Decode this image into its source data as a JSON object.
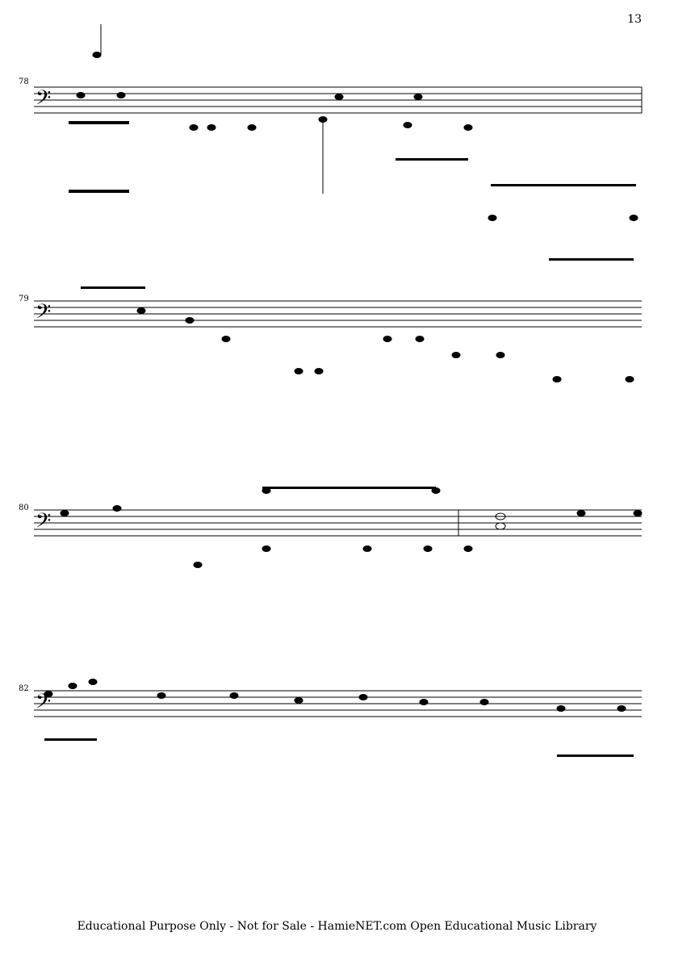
{
  "page": {
    "number": "13",
    "footer": "Educational Purpose Only - Not for Sale - HamieNET.com Open Educational Music Library"
  },
  "systems": [
    {
      "measure": "78"
    },
    {
      "measure": "79"
    },
    {
      "measure": "80"
    },
    {
      "measure": "82"
    }
  ],
  "notation": {
    "clef": "bass-clef",
    "staff_lines": 5
  }
}
